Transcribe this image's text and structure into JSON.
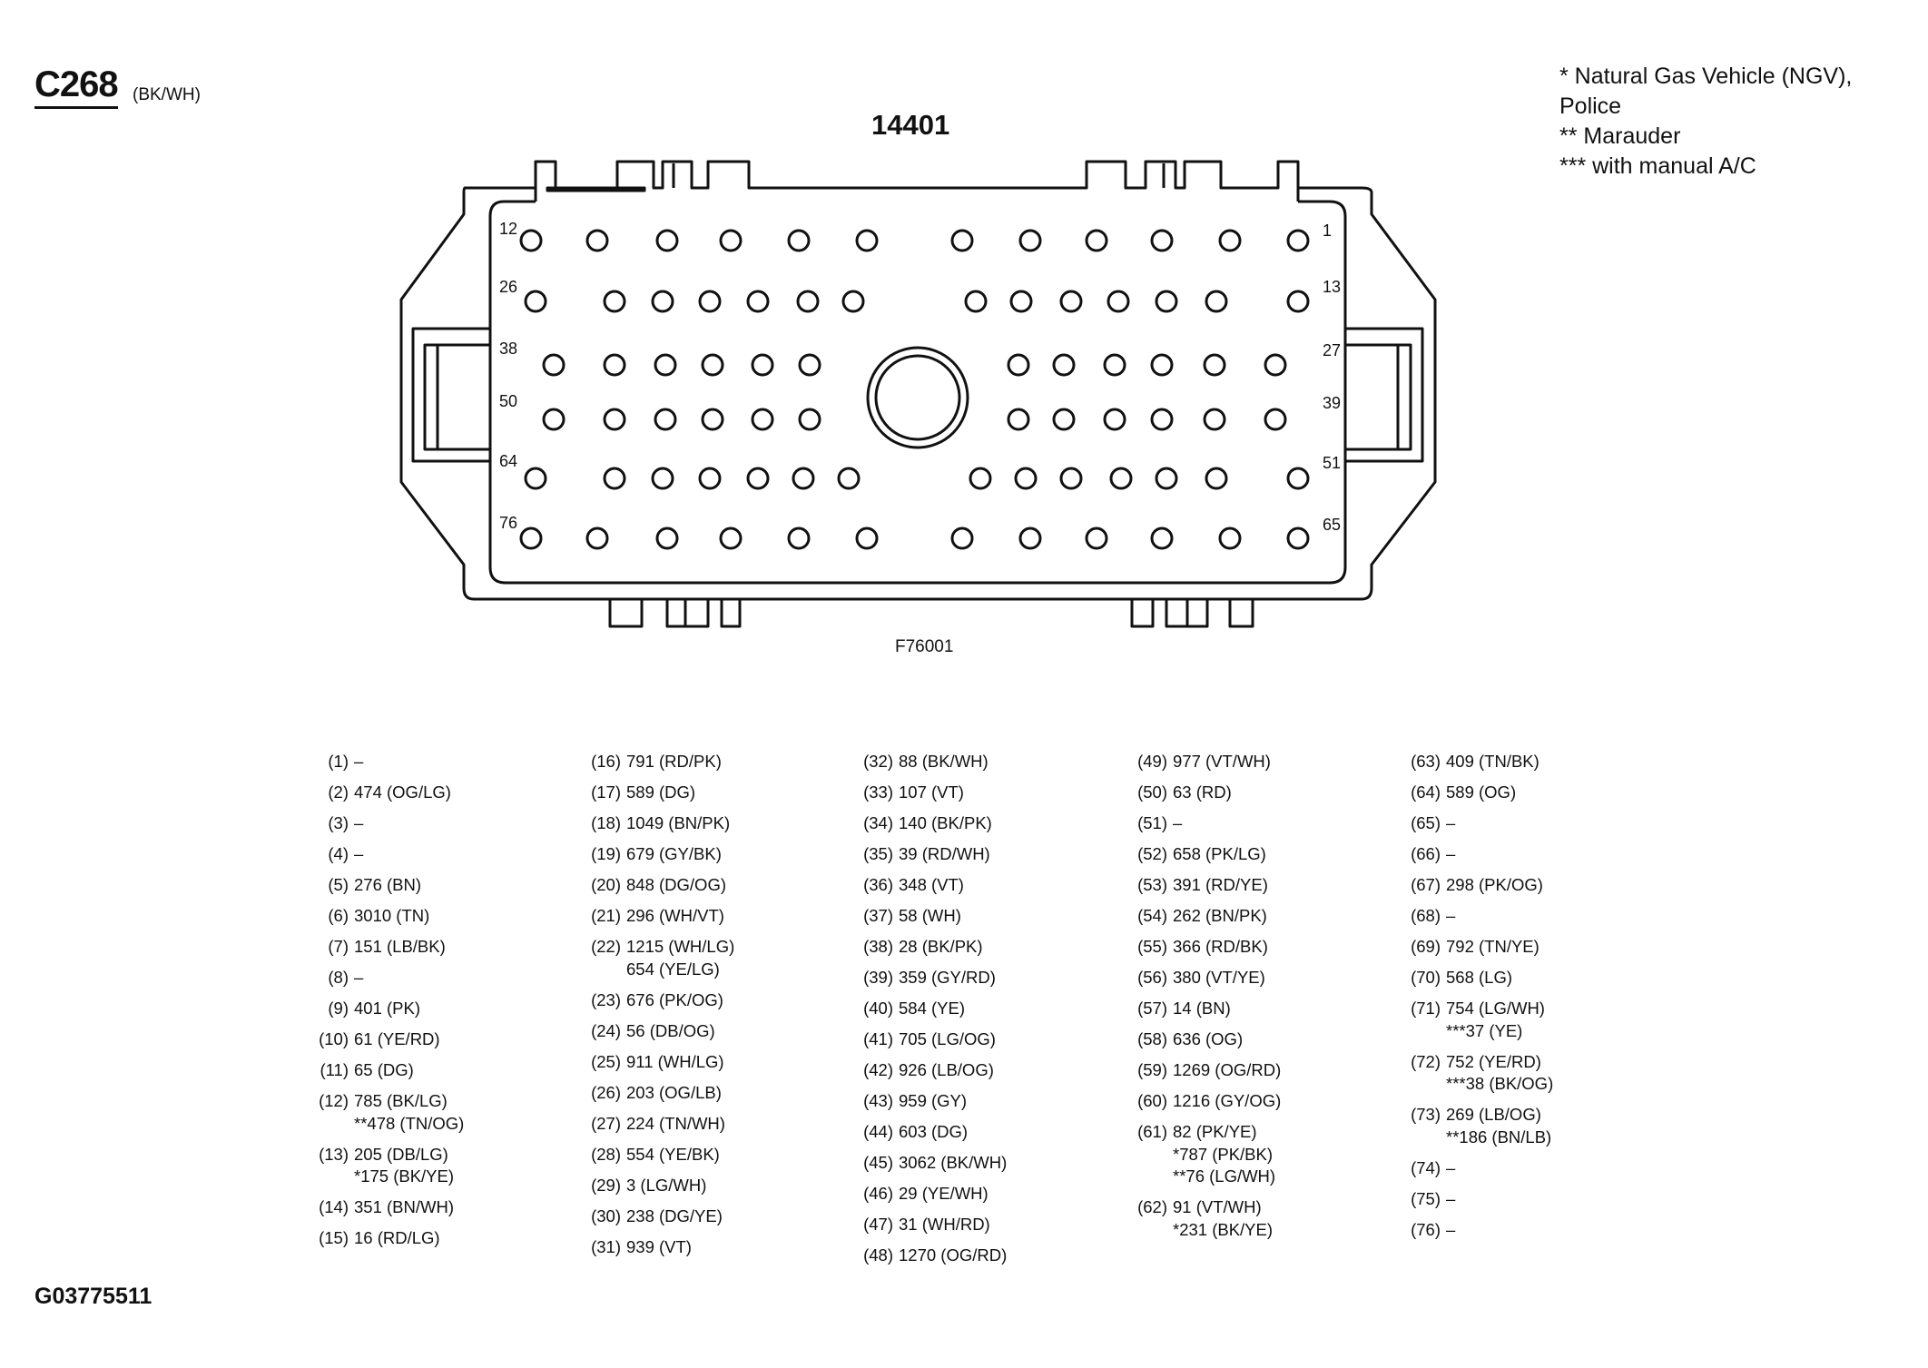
{
  "connector": {
    "id": "C268",
    "color": "(BK/WH)",
    "part_number": "14401"
  },
  "figure_code": "F76001",
  "doc_code": "G03775511",
  "notes": [
    "* Natural Gas Vehicle (NGV), Police",
    "** Marauder",
    "*** with manual A/C"
  ],
  "pin_labels": [
    "12",
    "26",
    "38",
    "50",
    "64",
    "76",
    "1",
    "13",
    "27",
    "39",
    "51",
    "65"
  ],
  "pins": [
    {
      "pin": "(1)",
      "wires": [
        "–"
      ]
    },
    {
      "pin": "(2)",
      "wires": [
        "474 (OG/LG)"
      ]
    },
    {
      "pin": "(3)",
      "wires": [
        "–"
      ]
    },
    {
      "pin": "(4)",
      "wires": [
        "–"
      ]
    },
    {
      "pin": "(5)",
      "wires": [
        "276 (BN)"
      ]
    },
    {
      "pin": "(6)",
      "wires": [
        "3010 (TN)"
      ]
    },
    {
      "pin": "(7)",
      "wires": [
        "151 (LB/BK)"
      ]
    },
    {
      "pin": "(8)",
      "wires": [
        "–"
      ]
    },
    {
      "pin": "(9)",
      "wires": [
        "401 (PK)"
      ]
    },
    {
      "pin": "(10)",
      "wires": [
        "61 (YE/RD)"
      ]
    },
    {
      "pin": "(11)",
      "wires": [
        "65 (DG)"
      ]
    },
    {
      "pin": "(12)",
      "wires": [
        "785 (BK/LG)",
        "**478 (TN/OG)"
      ]
    },
    {
      "pin": "(13)",
      "wires": [
        "205 (DB/LG)",
        "*175 (BK/YE)"
      ]
    },
    {
      "pin": "(14)",
      "wires": [
        "351 (BN/WH)"
      ]
    },
    {
      "pin": "(15)",
      "wires": [
        "16 (RD/LG)"
      ]
    },
    {
      "pin": "(16)",
      "wires": [
        "791 (RD/PK)"
      ]
    },
    {
      "pin": "(17)",
      "wires": [
        "589 (DG)"
      ]
    },
    {
      "pin": "(18)",
      "wires": [
        "1049 (BN/PK)"
      ]
    },
    {
      "pin": "(19)",
      "wires": [
        "679 (GY/BK)"
      ]
    },
    {
      "pin": "(20)",
      "wires": [
        "848 (DG/OG)"
      ]
    },
    {
      "pin": "(21)",
      "wires": [
        "296 (WH/VT)"
      ]
    },
    {
      "pin": "(22)",
      "wires": [
        "1215 (WH/LG)",
        "654 (YE/LG)"
      ]
    },
    {
      "pin": "(23)",
      "wires": [
        "676 (PK/OG)"
      ]
    },
    {
      "pin": "(24)",
      "wires": [
        "56 (DB/OG)"
      ]
    },
    {
      "pin": "(25)",
      "wires": [
        "911 (WH/LG)"
      ]
    },
    {
      "pin": "(26)",
      "wires": [
        "203 (OG/LB)"
      ]
    },
    {
      "pin": "(27)",
      "wires": [
        "224 (TN/WH)"
      ]
    },
    {
      "pin": "(28)",
      "wires": [
        "554 (YE/BK)"
      ]
    },
    {
      "pin": "(29)",
      "wires": [
        "3 (LG/WH)"
      ]
    },
    {
      "pin": "(30)",
      "wires": [
        "238 (DG/YE)"
      ]
    },
    {
      "pin": "(31)",
      "wires": [
        "939 (VT)"
      ]
    },
    {
      "pin": "(32)",
      "wires": [
        "88 (BK/WH)"
      ]
    },
    {
      "pin": "(33)",
      "wires": [
        "107 (VT)"
      ]
    },
    {
      "pin": "(34)",
      "wires": [
        "140 (BK/PK)"
      ]
    },
    {
      "pin": "(35)",
      "wires": [
        "39 (RD/WH)"
      ]
    },
    {
      "pin": "(36)",
      "wires": [
        "348 (VT)"
      ]
    },
    {
      "pin": "(37)",
      "wires": [
        "58 (WH)"
      ]
    },
    {
      "pin": "(38)",
      "wires": [
        "28 (BK/PK)"
      ]
    },
    {
      "pin": "(39)",
      "wires": [
        "359 (GY/RD)"
      ]
    },
    {
      "pin": "(40)",
      "wires": [
        "584 (YE)"
      ]
    },
    {
      "pin": "(41)",
      "wires": [
        "705 (LG/OG)"
      ]
    },
    {
      "pin": "(42)",
      "wires": [
        "926 (LB/OG)"
      ]
    },
    {
      "pin": "(43)",
      "wires": [
        "959 (GY)"
      ]
    },
    {
      "pin": "(44)",
      "wires": [
        "603 (DG)"
      ]
    },
    {
      "pin": "(45)",
      "wires": [
        "3062 (BK/WH)"
      ]
    },
    {
      "pin": "(46)",
      "wires": [
        "29 (YE/WH)"
      ]
    },
    {
      "pin": "(47)",
      "wires": [
        "31 (WH/RD)"
      ]
    },
    {
      "pin": "(48)",
      "wires": [
        "1270 (OG/RD)"
      ]
    },
    {
      "pin": "(49)",
      "wires": [
        "977 (VT/WH)"
      ]
    },
    {
      "pin": "(50)",
      "wires": [
        "63 (RD)"
      ]
    },
    {
      "pin": "(51)",
      "wires": [
        "–"
      ]
    },
    {
      "pin": "(52)",
      "wires": [
        "658 (PK/LG)"
      ]
    },
    {
      "pin": "(53)",
      "wires": [
        "391 (RD/YE)"
      ]
    },
    {
      "pin": "(54)",
      "wires": [
        "262 (BN/PK)"
      ]
    },
    {
      "pin": "(55)",
      "wires": [
        "366 (RD/BK)"
      ]
    },
    {
      "pin": "(56)",
      "wires": [
        "380 (VT/YE)"
      ]
    },
    {
      "pin": "(57)",
      "wires": [
        "14 (BN)"
      ]
    },
    {
      "pin": "(58)",
      "wires": [
        "636 (OG)"
      ]
    },
    {
      "pin": "(59)",
      "wires": [
        "1269 (OG/RD)"
      ]
    },
    {
      "pin": "(60)",
      "wires": [
        "1216 (GY/OG)"
      ]
    },
    {
      "pin": "(61)",
      "wires": [
        "82 (PK/YE)",
        "*787 (PK/BK)",
        "**76 (LG/WH)"
      ]
    },
    {
      "pin": "(62)",
      "wires": [
        "91 (VT/WH)",
        "*231 (BK/YE)"
      ]
    },
    {
      "pin": "(63)",
      "wires": [
        "409 (TN/BK)"
      ]
    },
    {
      "pin": "(64)",
      "wires": [
        "589 (OG)"
      ]
    },
    {
      "pin": "(65)",
      "wires": [
        "–"
      ]
    },
    {
      "pin": "(66)",
      "wires": [
        "–"
      ]
    },
    {
      "pin": "(67)",
      "wires": [
        "298 (PK/OG)"
      ]
    },
    {
      "pin": "(68)",
      "wires": [
        "–"
      ]
    },
    {
      "pin": "(69)",
      "wires": [
        "792 (TN/YE)"
      ]
    },
    {
      "pin": "(70)",
      "wires": [
        "568 (LG)"
      ]
    },
    {
      "pin": "(71)",
      "wires": [
        "754 (LG/WH)",
        "***37 (YE)"
      ]
    },
    {
      "pin": "(72)",
      "wires": [
        "752 (YE/RD)",
        "***38 (BK/OG)"
      ]
    },
    {
      "pin": "(73)",
      "wires": [
        "269 (LB/OG)",
        "**186 (BN/LB)"
      ]
    },
    {
      "pin": "(74)",
      "wires": [
        "–"
      ]
    },
    {
      "pin": "(75)",
      "wires": [
        "–"
      ]
    },
    {
      "pin": "(76)",
      "wires": [
        "–"
      ]
    }
  ]
}
